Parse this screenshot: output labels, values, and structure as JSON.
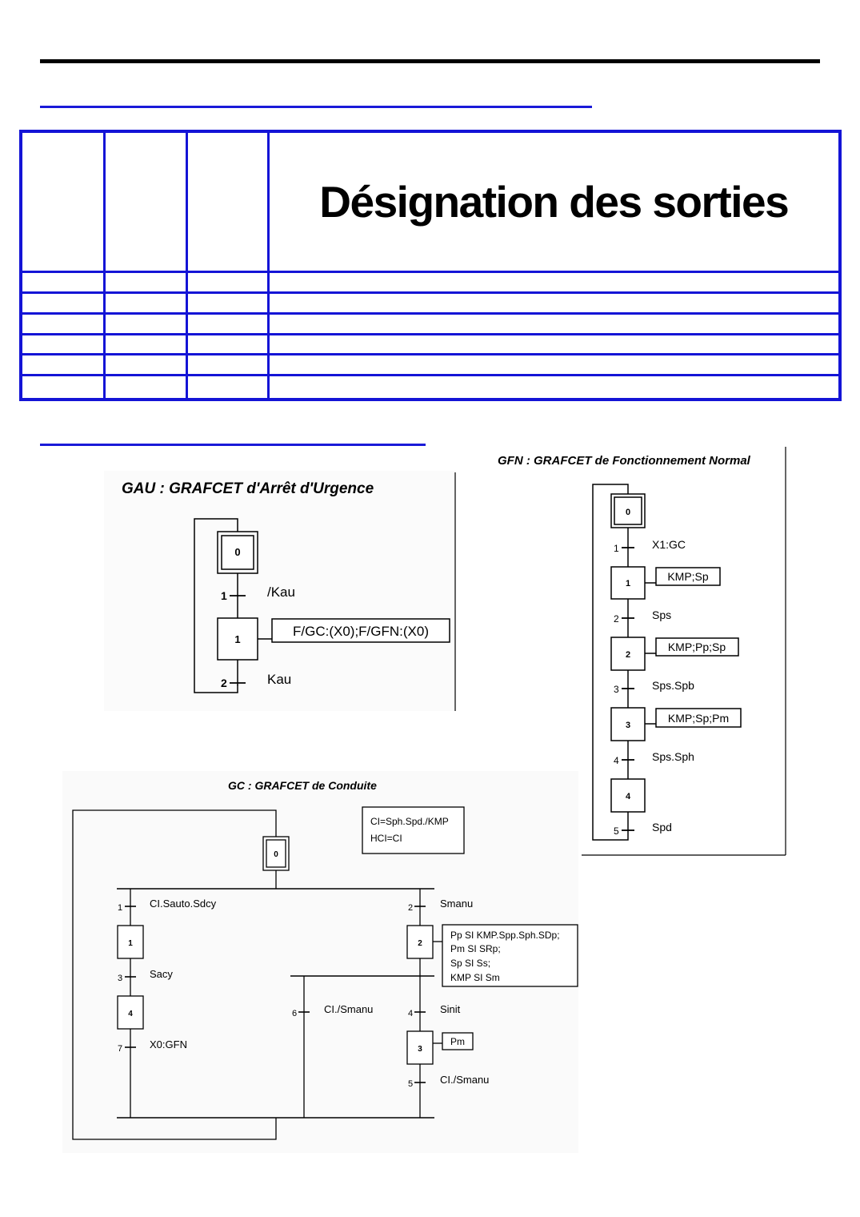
{
  "output_table": {
    "header": "Désignation des sorties",
    "empty_rows": 6
  },
  "gau": {
    "title": "GAU : GRAFCET d'Arrêt d'Urgence",
    "steps": [
      "0",
      "1"
    ],
    "transitions": [
      {
        "number": "1",
        "condition": "/Kau"
      },
      {
        "number": "2",
        "condition": "Kau"
      }
    ],
    "action": "F/GC:(X0);F/GFN:(X0)"
  },
  "gfn": {
    "title": "GFN : GRAFCET de Fonctionnement Normal",
    "steps": [
      "0",
      "1",
      "2",
      "3",
      "4"
    ],
    "transitions": [
      {
        "number": "1",
        "condition": "X1:GC"
      },
      {
        "number": "2",
        "condition": "Sps"
      },
      {
        "number": "3",
        "condition": "Sps.Spb"
      },
      {
        "number": "4",
        "condition": "Sps.Sph"
      },
      {
        "number": "5",
        "condition": "Spd"
      }
    ],
    "actions": [
      "KMP;Sp",
      "KMP;Pp;Sp",
      "KMP;Sp;Pm"
    ]
  },
  "gc": {
    "title": "GC : GRAFCET de Conduite",
    "definitions": [
      "CI=Sph.Spd./KMP",
      "HCI=CI"
    ],
    "steps": [
      "0",
      "1",
      "4",
      "2",
      "3"
    ],
    "transitions": [
      {
        "number": "1",
        "condition": "CI.Sauto.Sdcy"
      },
      {
        "number": "3",
        "condition": "Sacy"
      },
      {
        "number": "7",
        "condition": "X0:GFN"
      },
      {
        "number": "2",
        "condition": "Smanu"
      },
      {
        "number": "6",
        "condition": "CI./Smanu"
      },
      {
        "number": "4",
        "condition": "Sinit"
      },
      {
        "number": "5",
        "condition": "CI./Smanu"
      }
    ],
    "step2_actions": [
      "Pp SI  KMP.Spp.Sph.SDp;",
      "Pm SI  SRp;",
      "Sp SI  Ss;",
      "KMP SI  Sm"
    ],
    "step3_action": "Pm"
  }
}
